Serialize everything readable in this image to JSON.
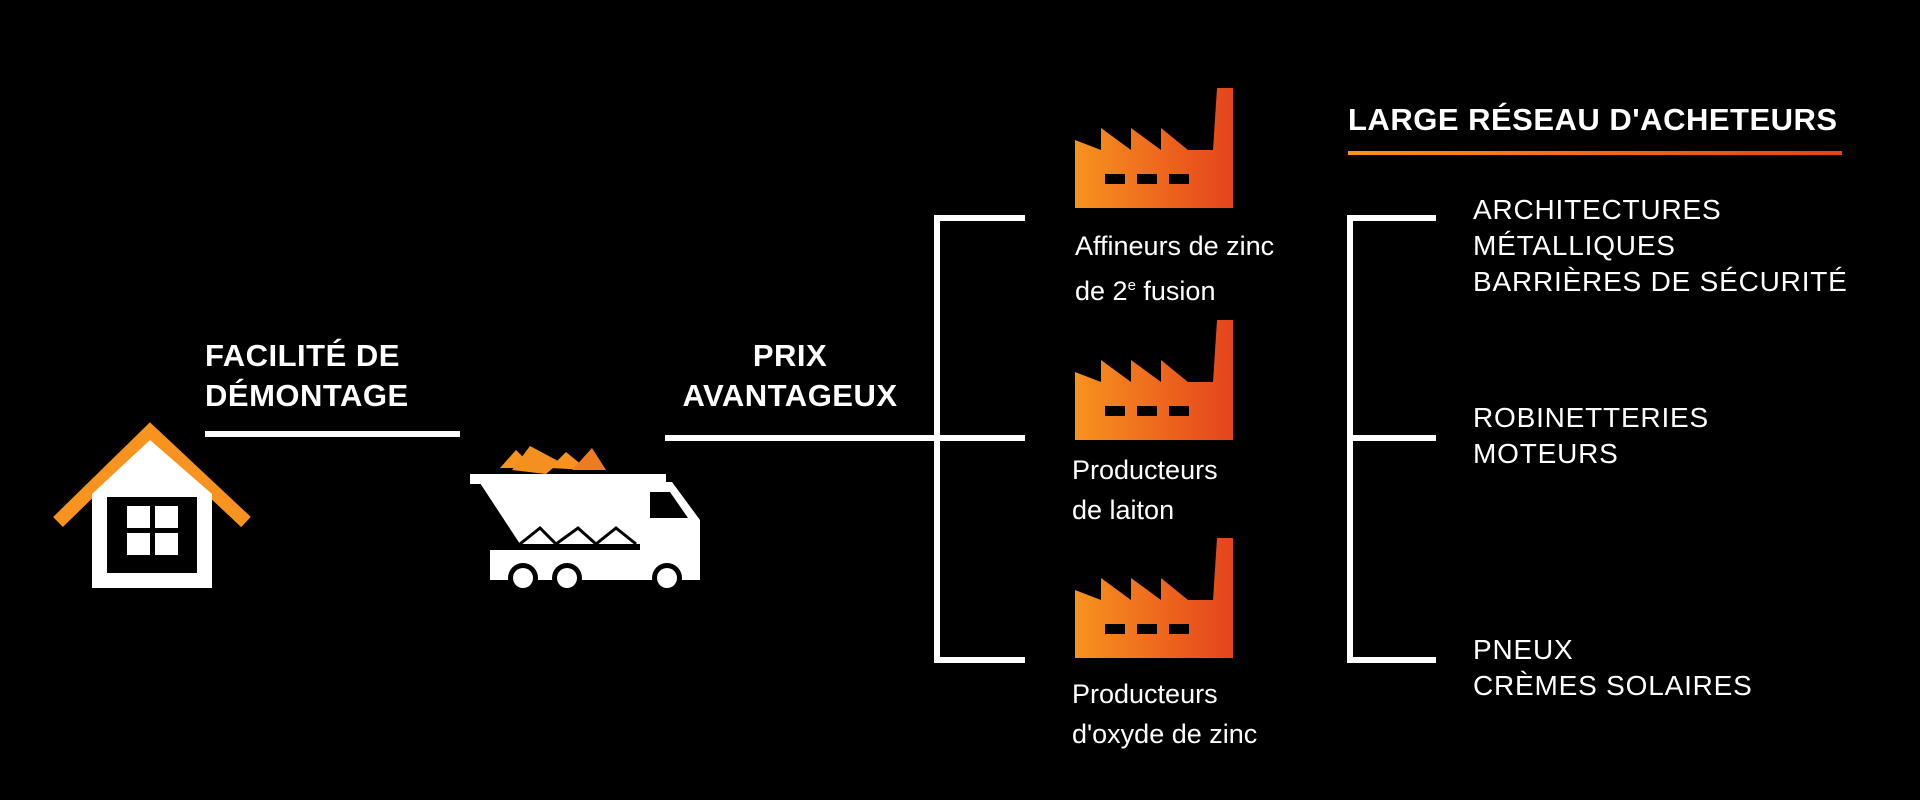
{
  "steps": {
    "dismantling": {
      "line1": "FACILITÉ DE",
      "line2": "DÉMONTAGE"
    },
    "price": {
      "line1": "PRIX",
      "line2": "AVANTAGEUX"
    }
  },
  "producers": [
    {
      "line1": "Affineurs de zinc",
      "line2_main": "de 2",
      "line2_sup": "e",
      "line2_end": " fusion"
    },
    {
      "line1": "Producteurs",
      "line2_main": "de laiton",
      "line2_sup": "",
      "line2_end": ""
    },
    {
      "line1": "Producteurs",
      "line2_main": "d'oxyde de zinc",
      "line2_sup": "",
      "line2_end": ""
    }
  ],
  "buyers": {
    "header": "LARGE RÉSEAU D'ACHETEURS",
    "groups": [
      {
        "lines": [
          "ARCHITECTURES",
          "MÉTALLIQUES",
          "BARRIÈRES DE SÉCURITÉ"
        ]
      },
      {
        "lines": [
          "ROBINETTERIES",
          "MOTEURS"
        ]
      },
      {
        "lines": [
          "PNEUX",
          "CRÈMES SOLAIRES"
        ]
      }
    ]
  },
  "icons": {
    "house": "house-icon",
    "truck": "dump-truck-icon",
    "factory": "factory-icon"
  },
  "colors": {
    "background": "#000000",
    "foreground": "#ffffff",
    "accent_light": "#f7931e",
    "accent_dark": "#e8401c"
  }
}
